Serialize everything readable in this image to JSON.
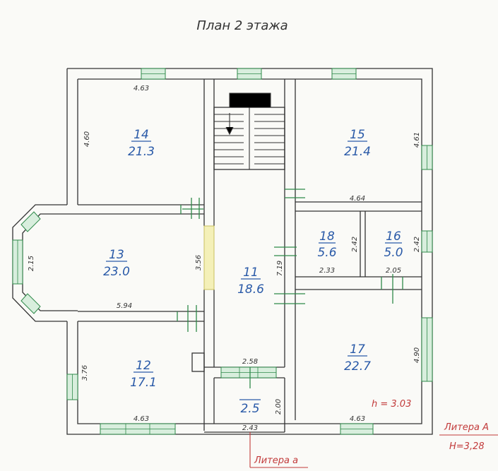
{
  "title": "План 2 этажа",
  "rooms": [
    {
      "num": "14",
      "area": "21.3"
    },
    {
      "num": "15",
      "area": "21.4"
    },
    {
      "num": "13",
      "area": "23.0"
    },
    {
      "num": "11",
      "area": "18.6"
    },
    {
      "num": "18",
      "area": "5.6"
    },
    {
      "num": "16",
      "area": "5.0"
    },
    {
      "num": "12",
      "area": "17.1"
    },
    {
      "num": "17",
      "area": "22.7"
    },
    {
      "num": "",
      "area": "2.5"
    }
  ],
  "dims": {
    "r14_w": "4.63",
    "r14_h": "4.60",
    "r15_w": "4.64",
    "r15_h": "4.61",
    "r13_w": "5.94",
    "r13_h": "3.56",
    "bay": "2.15",
    "r11_h": "7.19",
    "r18_w": "2.33",
    "r18_h": "2.42",
    "r16_w": "2.05",
    "r16_h": "2.42",
    "r12_w_top": "2.58",
    "r12_w": "4.63",
    "r12_h": "3.76",
    "r17_w": "4.63",
    "r17_h": "4.90",
    "vest_w": "2.43",
    "vest_h": "2.00"
  },
  "labels": {
    "ceiling": "h = 3.03",
    "litera_a_upper": "Литера А",
    "height_total": "Н=3,28",
    "litera_a_lower": "Литера а"
  }
}
